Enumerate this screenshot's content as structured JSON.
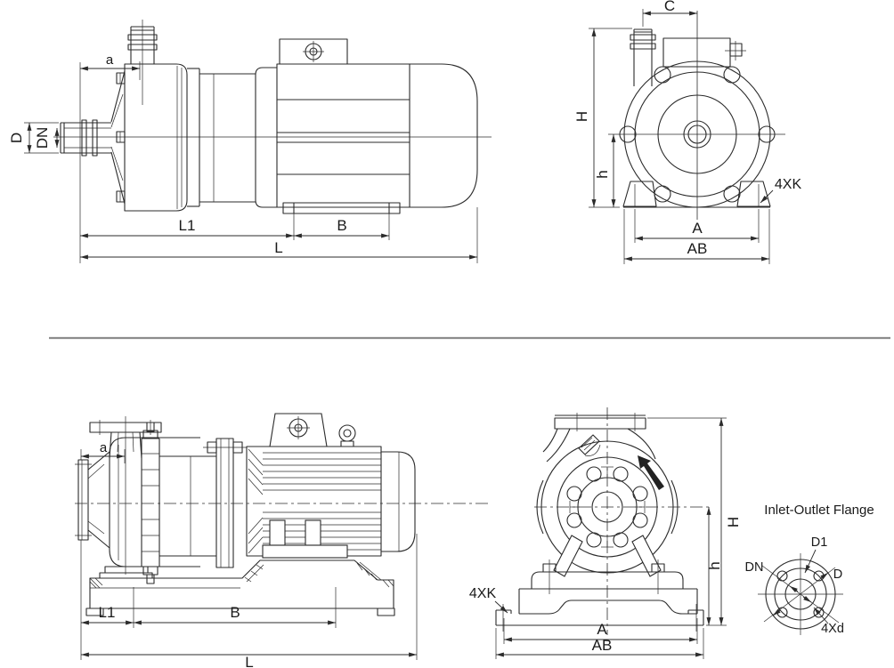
{
  "colors": {
    "line": "#2b2b2b",
    "text": "#1a1a1a",
    "divider": "#8c8c8c",
    "background": "#ffffff"
  },
  "views": {
    "top_side": {
      "labels": {
        "a": "a",
        "D": "D",
        "DN": "DN",
        "L1": "L1",
        "B": "B",
        "L": "L"
      }
    },
    "top_front": {
      "labels": {
        "C": "C",
        "H": "H",
        "h": "h",
        "K": "4XK",
        "A": "A",
        "AB": "AB"
      }
    },
    "bottom_side": {
      "labels": {
        "a": "a",
        "L1": "L1",
        "B": "B",
        "L": "L"
      }
    },
    "bottom_front": {
      "labels": {
        "K": "4XK",
        "H": "H",
        "h": "h",
        "A": "A",
        "AB": "AB"
      }
    },
    "flange": {
      "title": "Inlet-Outlet Flange",
      "labels": {
        "D1": "D1",
        "DN": "DN",
        "D": "D",
        "d": "4Xd"
      }
    }
  }
}
